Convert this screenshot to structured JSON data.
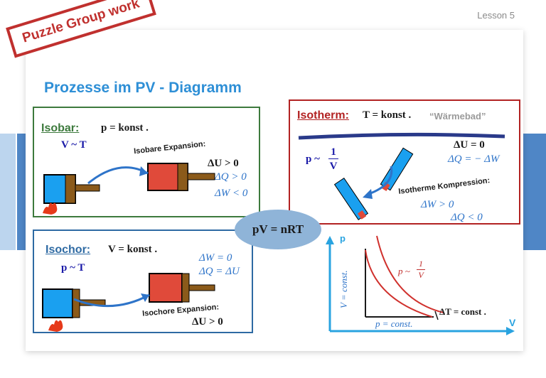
{
  "lesson": "Lesson 5",
  "stamp": "Puzzle Group work",
  "title": "Prozesse im PV - Diagramm",
  "center_equation": "pV = nRT",
  "isobar": {
    "title": "Isobar:",
    "condition": "p = konst .",
    "proportion": "V ~ T",
    "process_label": "Isobare Expansion:",
    "eq1": "ΔU > 0",
    "eq2": "ΔQ > 0",
    "eq3": "ΔW < 0"
  },
  "isochor": {
    "title": "Isochor:",
    "condition": "V = konst .",
    "proportion": "p ~ T",
    "process_label": "Isochore Expansion:",
    "eq1": "ΔW = 0",
    "eq2": "ΔQ = ΔU",
    "eq3": "ΔU > 0"
  },
  "isotherm": {
    "title": "Isotherm:",
    "condition": "T = konst .",
    "bath": "“Wärmebad”",
    "proportion_prefix": "p ~",
    "frac_num": "1",
    "frac_den": "V",
    "eq1": "ΔU = 0",
    "eq2": "ΔQ = − ΔW",
    "process_label": "Isotherme Kompression:",
    "eq3": "ΔW > 0",
    "eq4": "ΔQ < 0"
  },
  "pv_graph": {
    "y_axis": "p",
    "x_axis": "V",
    "v_const": "V = const.",
    "p_const": "p = const.",
    "curve_prefix": "p ~",
    "curve_num": "1",
    "curve_den": "V",
    "delta_t": "ΔT = const ."
  },
  "colors": {
    "isobar": "#3d7a3d",
    "isochor": "#2e6aa3",
    "isotherm": "#b22222",
    "accent": "#2e8fd6"
  }
}
